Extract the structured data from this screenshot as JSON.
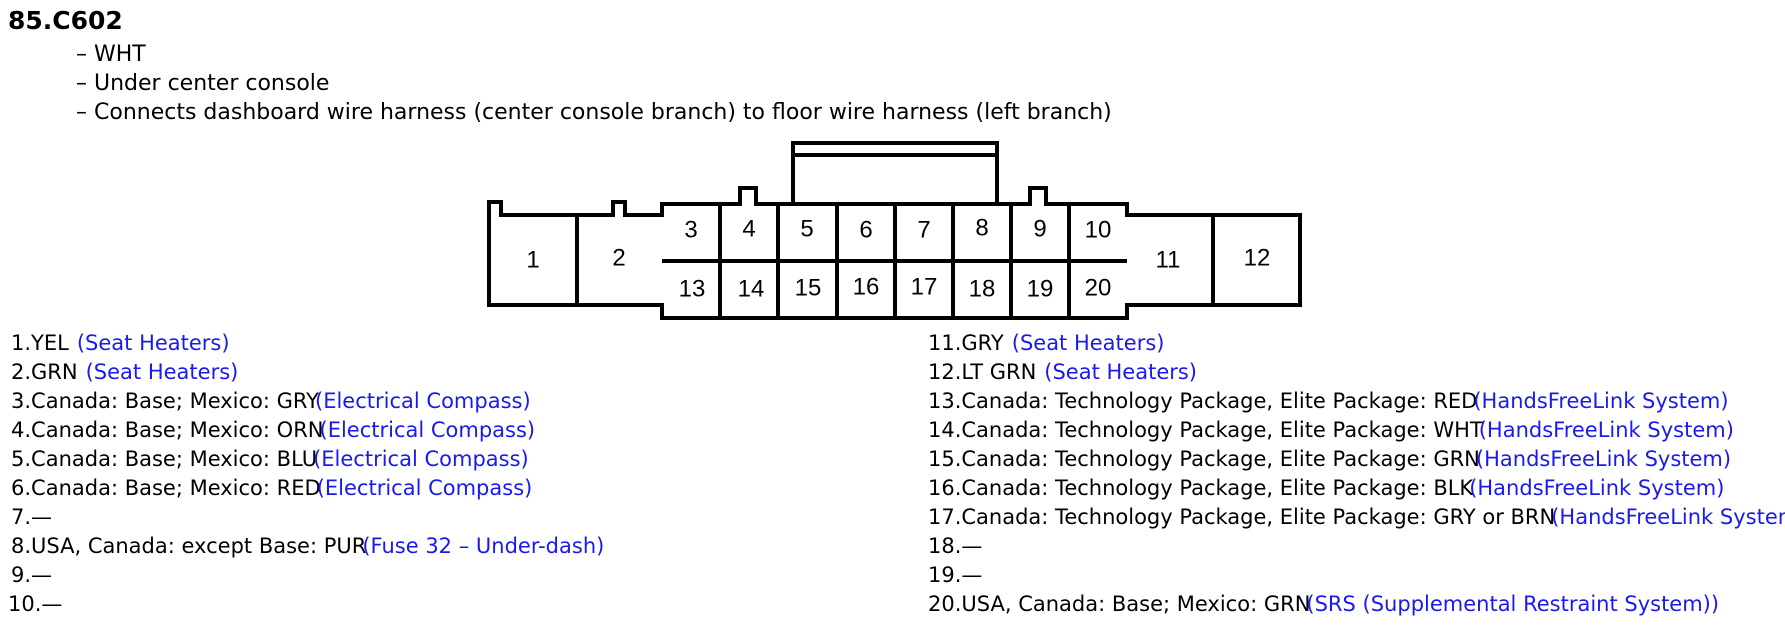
{
  "connector": {
    "id": "85.C602",
    "details": [
      "WHT",
      "Under center console",
      "Connects dashboard wire harness (center console branch) to floor wire harness (left branch)"
    ]
  },
  "pins": {
    "1": "1",
    "2": "2",
    "3": "3",
    "4": "4",
    "5": "5",
    "6": "6",
    "7": "7",
    "8": "8",
    "9": "9",
    "10": "10",
    "11": "11",
    "12": "12",
    "13": "13",
    "14": "14",
    "15": "15",
    "16": "16",
    "17": "17",
    "18": "18",
    "19": "19",
    "20": "20"
  },
  "pin_list_left": [
    {
      "text": "1.YEL",
      "link": "(Seat Heaters)"
    },
    {
      "text": "2.GRN",
      "link": "(Seat Heaters)"
    },
    {
      "text": "3.Canada: Base; Mexico: GRY",
      "link": "(Electrical Compass)"
    },
    {
      "text": "4.Canada: Base; Mexico: ORN",
      "link": "(Electrical Compass)"
    },
    {
      "text": "5.Canada: Base; Mexico: BLU",
      "link": "(Electrical Compass)"
    },
    {
      "text": "6.Canada: Base; Mexico: RED",
      "link": "(Electrical Compass)"
    },
    {
      "text": "7.—",
      "link": ""
    },
    {
      "text": "8.USA, Canada: except Base: PUR",
      "link": "(Fuse 32 – Under-dash)"
    },
    {
      "text": "9.—",
      "link": ""
    },
    {
      "text": "10.—",
      "link": ""
    }
  ],
  "pin_list_right": [
    {
      "text": "11.GRY",
      "link": "(Seat Heaters)"
    },
    {
      "text": "12.LT GRN",
      "link": "(Seat Heaters)"
    },
    {
      "text": "13.Canada: Technology Package, Elite Package: RED",
      "link": "(HandsFreeLink System)"
    },
    {
      "text": "14.Canada: Technology Package, Elite Package: WHT",
      "link": "(HandsFreeLink System)"
    },
    {
      "text": "15.Canada: Technology Package, Elite Package: GRN",
      "link": "(HandsFreeLink System)"
    },
    {
      "text": "16.Canada: Technology Package, Elite Package: BLK",
      "link": "(HandsFreeLink System)"
    },
    {
      "text": "17.Canada: Technology Package, Elite Package: GRY or BRN",
      "link": "(HandsFreeLink System)"
    },
    {
      "text": "18.—",
      "link": ""
    },
    {
      "text": "19.—",
      "link": ""
    },
    {
      "text": "20.USA, Canada: Base; Mexico: GRN",
      "link": "(SRS (Supplemental Restraint System))"
    }
  ]
}
